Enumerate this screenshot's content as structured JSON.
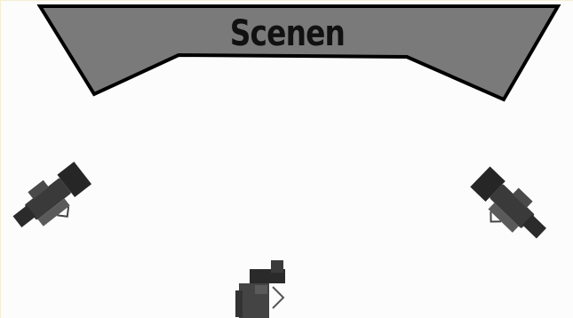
{
  "stage": {
    "label": "Scenen",
    "fill_color": "#7a7a7a",
    "stroke_color": "#000000"
  },
  "cameras": [
    {
      "name": "camera-left",
      "icon": "video-camera-icon",
      "facing": "toward-stage"
    },
    {
      "name": "camera-center",
      "icon": "video-camera-icon",
      "facing": "toward-stage"
    },
    {
      "name": "camera-right",
      "icon": "video-camera-icon",
      "facing": "toward-stage"
    }
  ],
  "colors": {
    "background": "#fcfcfc",
    "camera_body": "#2e2e2e",
    "camera_detail": "#5a5a5a"
  }
}
